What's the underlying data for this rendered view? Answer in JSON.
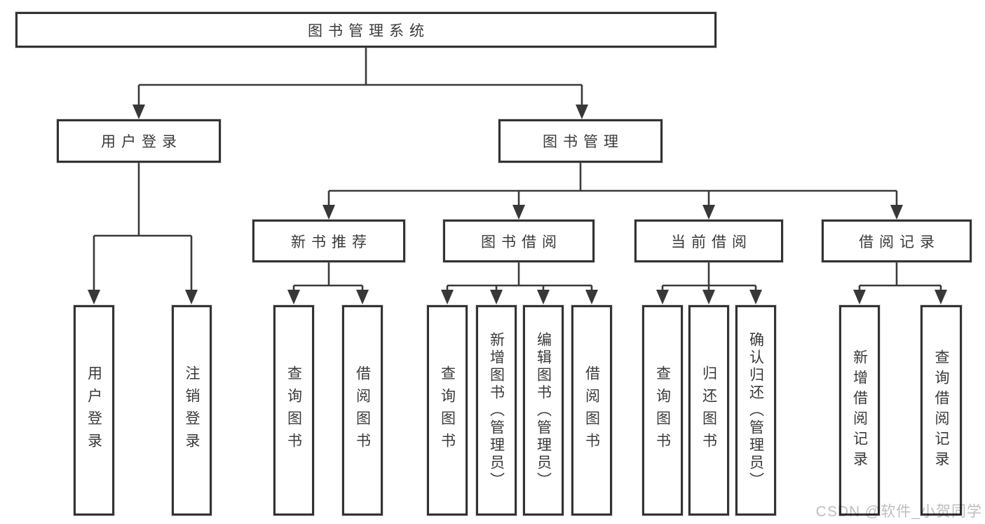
{
  "tree": {
    "root": "图书管理系统",
    "branches": [
      {
        "label": "用户登录",
        "leaves": [
          "用户登录",
          "注销登录"
        ]
      },
      {
        "label": "图书管理",
        "sections": [
          {
            "label": "新书推荐",
            "leaves": [
              "查询图书",
              "借阅图书"
            ]
          },
          {
            "label": "图书借阅",
            "leaves": [
              "查询图书",
              "新增图书（管理员）",
              "编辑图书（管理员）",
              "借阅图书"
            ]
          },
          {
            "label": "当前借阅",
            "leaves": [
              "查询图书",
              "归还图书",
              "确认归还（管理员）"
            ]
          },
          {
            "label": "借阅记录",
            "leaves": [
              "新增借阅记录",
              "查询借阅记录"
            ]
          }
        ]
      }
    ]
  },
  "watermark": {
    "text": "CSDN @软件_小贺同学"
  },
  "colors": {
    "background": "#ffffff",
    "line": "#3a3a3a",
    "box_border": "#333333",
    "text": "#3a3a3a",
    "watermark": "#bdbdbd"
  }
}
